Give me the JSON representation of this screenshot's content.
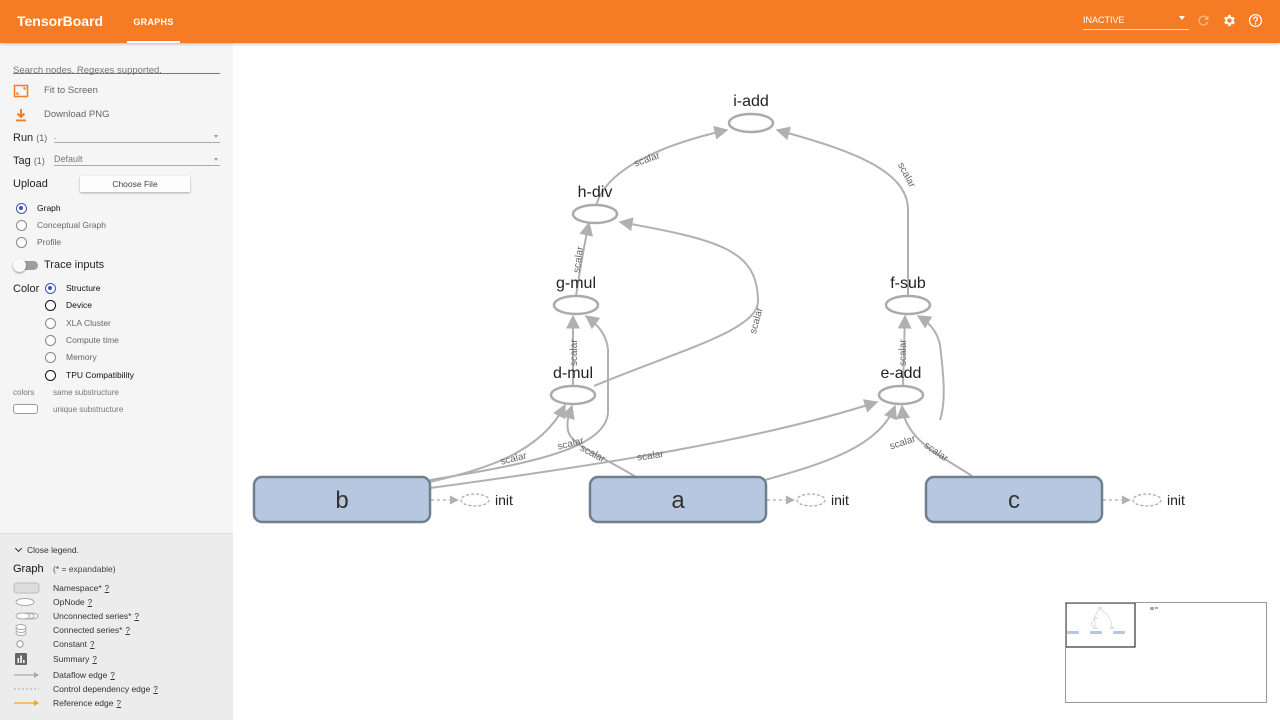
{
  "header": {
    "brand": "TensorBoard",
    "tab_label": "GRAPHS",
    "run_select": "INACTIVE",
    "color": "#f57c24"
  },
  "sidebar": {
    "search_placeholder": "Search nodes. Regexes supported.",
    "fit_label": "Fit to Screen",
    "download_label": "Download PNG",
    "run_label": "Run",
    "run_count": "(1)",
    "run_value": ".",
    "tag_label": "Tag",
    "tag_count": "(1)",
    "tag_value": "Default",
    "upload_label": "Upload",
    "choose_file": "Choose File",
    "graph_modes": [
      {
        "label": "Graph",
        "selected": true
      },
      {
        "label": "Conceptual Graph",
        "selected": false
      },
      {
        "label": "Profile",
        "selected": false
      }
    ],
    "trace_inputs": "Trace inputs",
    "color_label": "Color",
    "color_modes": [
      {
        "label": "Structure",
        "selected": true
      },
      {
        "label": "Device",
        "selected": false
      },
      {
        "label": "XLA Cluster",
        "selected": false
      },
      {
        "label": "Compute time",
        "selected": false
      },
      {
        "label": "Memory",
        "selected": false
      },
      {
        "label": "TPU Compatibility",
        "selected": false
      }
    ],
    "colors_label": "colors",
    "same_substructure": "same substructure",
    "unique_substructure": "unique substructure"
  },
  "legend": {
    "close": "Close legend.",
    "title": "Graph",
    "subtitle": "(* = expandable)",
    "items": [
      {
        "label": "Namespace*",
        "q": "?"
      },
      {
        "label": "OpNode",
        "q": "?"
      },
      {
        "label": "Unconnected series*",
        "q": "?"
      },
      {
        "label": "Connected series*",
        "q": "?"
      },
      {
        "label": "Constant",
        "q": "?"
      },
      {
        "label": "Summary",
        "q": "?"
      },
      {
        "label": "Dataflow edge",
        "q": "?"
      },
      {
        "label": "Control dependency edge",
        "q": "?"
      },
      {
        "label": "Reference edge",
        "q": "?"
      }
    ]
  },
  "graph": {
    "edge_label": "scalar",
    "init_label": "init",
    "nodes": {
      "i_add": "i-add",
      "h_div": "h-div",
      "g_mul": "g-mul",
      "f_sub": "f-sub",
      "d_mul": "d-mul",
      "e_add": "e-add",
      "b": "b",
      "a": "a",
      "c": "c"
    },
    "node_fill": "#b6c8e0",
    "node_stroke": "#6f7f8f",
    "edge_color": "#b0b0b0"
  }
}
